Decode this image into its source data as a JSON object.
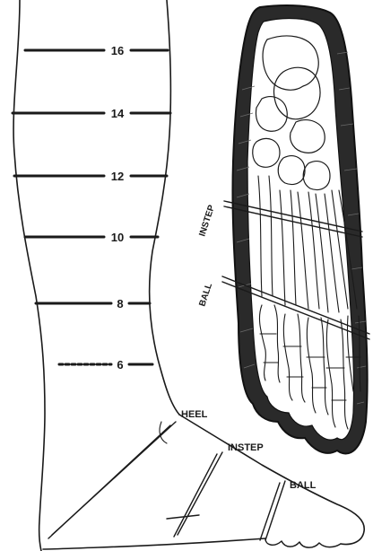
{
  "leg_marks": [
    "16",
    "14",
    "12",
    "10",
    "8",
    "6"
  ],
  "foot_labels": {
    "heel": "HEEL",
    "instep": "INSTEP",
    "ball": "BALL"
  },
  "sole_labels": {
    "instep": "INSTEP",
    "ball": "BALL"
  },
  "colors": {
    "ink": "#1a1a1a",
    "paper": "#ffffff"
  }
}
